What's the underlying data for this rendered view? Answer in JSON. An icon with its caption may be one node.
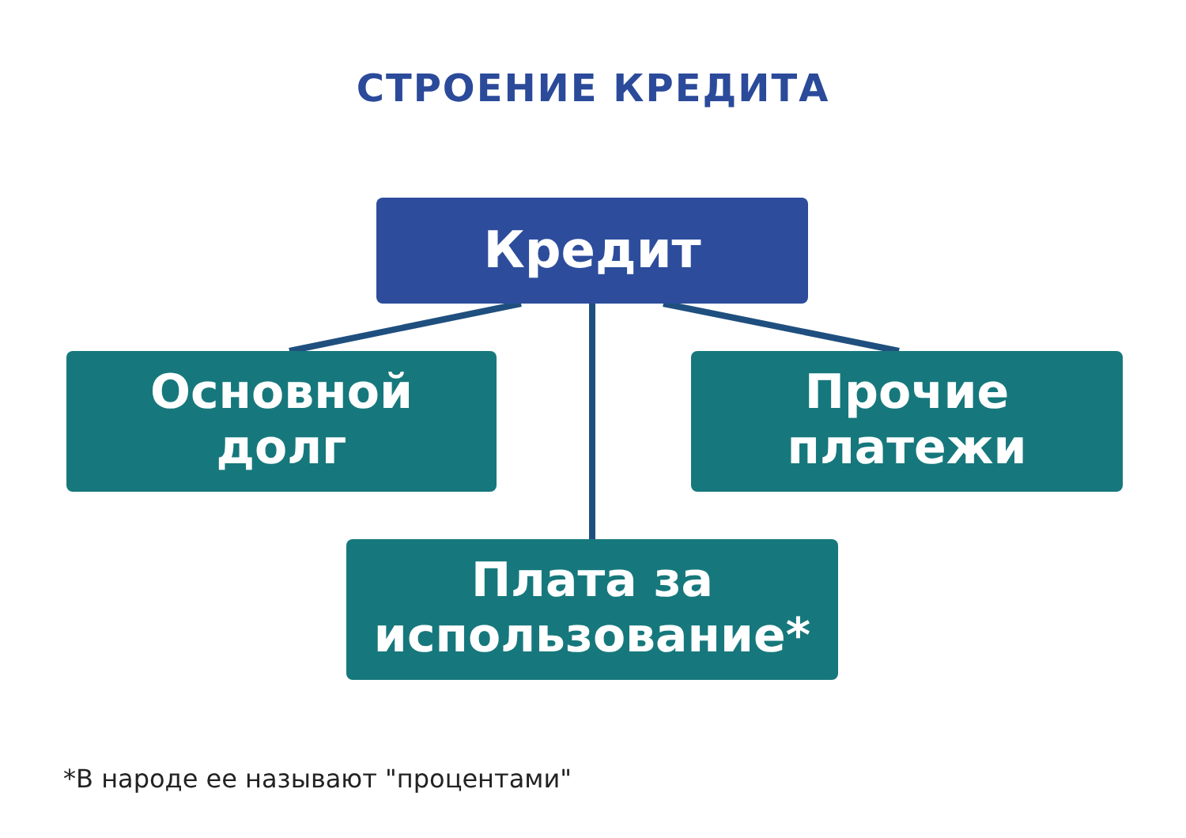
{
  "diagram": {
    "title": "СТРОЕНИЕ КРЕДИТА",
    "nodes": [
      {
        "text": [
          "Кредит"
        ]
      },
      {
        "text": [
          "Основной долг"
        ]
      },
      {
        "text": [
          "Прочие платежи"
        ]
      },
      {
        "text": [
          "Плата за использование*"
        ]
      }
    ],
    "edges": [
      {
        "from": 0,
        "to": 1,
        "arrow": "none"
      },
      {
        "from": 0,
        "to": 3,
        "arrow": "none"
      },
      {
        "from": 0,
        "to": 2,
        "arrow": "none"
      }
    ],
    "labels": [
      "*В народе ее называют \"процентами\""
    ]
  }
}
